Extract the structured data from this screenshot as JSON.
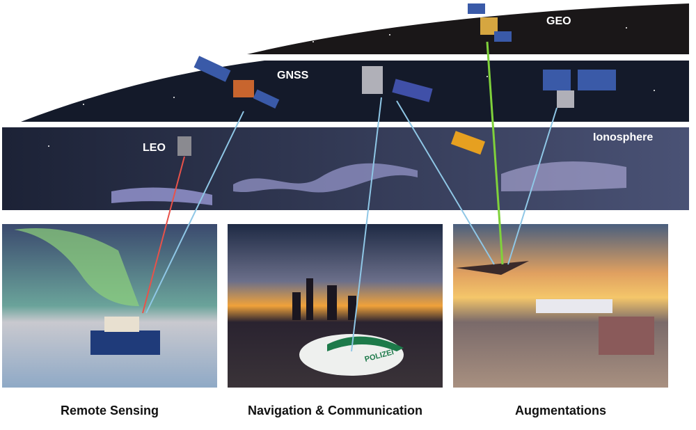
{
  "orbits": {
    "geo": "GEO",
    "gnss": "GNSS",
    "leo": "LEO",
    "ionosphere": "Ionosphere"
  },
  "panels": [
    {
      "caption": "Remote Sensing"
    },
    {
      "caption": "Navigation & Communication",
      "car_text": "POLIZEI"
    },
    {
      "caption": "Augmentations"
    }
  ],
  "colors": {
    "space": "#1a1718",
    "gnss_band": "#141a2a",
    "ionosphere_band": "#2a2f4a",
    "signal_blue": "#8fc7e6",
    "signal_green": "#7fd13b",
    "signal_red": "#e8524a"
  }
}
